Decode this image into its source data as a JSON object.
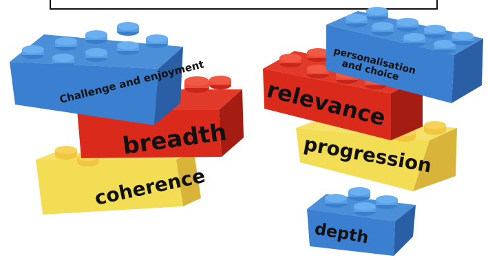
{
  "bricks": [
    {
      "id": "challenge",
      "label": "Challenge and enjoyment",
      "color": "blue"
    },
    {
      "id": "breadth",
      "label": "breadth",
      "color": "red"
    },
    {
      "id": "coherence",
      "label": "coherence",
      "color": "yellow"
    },
    {
      "id": "personalisation",
      "label": "personalisation and choice",
      "line1": "personalisation",
      "line2": "and choice",
      "color": "blue"
    },
    {
      "id": "relevance",
      "label": "relevance",
      "color": "red"
    },
    {
      "id": "progression",
      "label": "progression",
      "color": "yellow"
    },
    {
      "id": "depth",
      "label": "depth",
      "color": "blue"
    }
  ],
  "colors": {
    "blue": {
      "top": "#4a8fd8",
      "front": "#3b7fd0",
      "side": "#2a5fa6",
      "stud": "#5aa0e6"
    },
    "red": {
      "top": "#e23a2a",
      "front": "#d92a1c",
      "side": "#a51c12",
      "stud": "#ef4a36"
    },
    "yellow": {
      "top": "#f6e26a",
      "front": "#f3dd55",
      "side": "#d8b43a",
      "stud": "#f2c640"
    }
  }
}
